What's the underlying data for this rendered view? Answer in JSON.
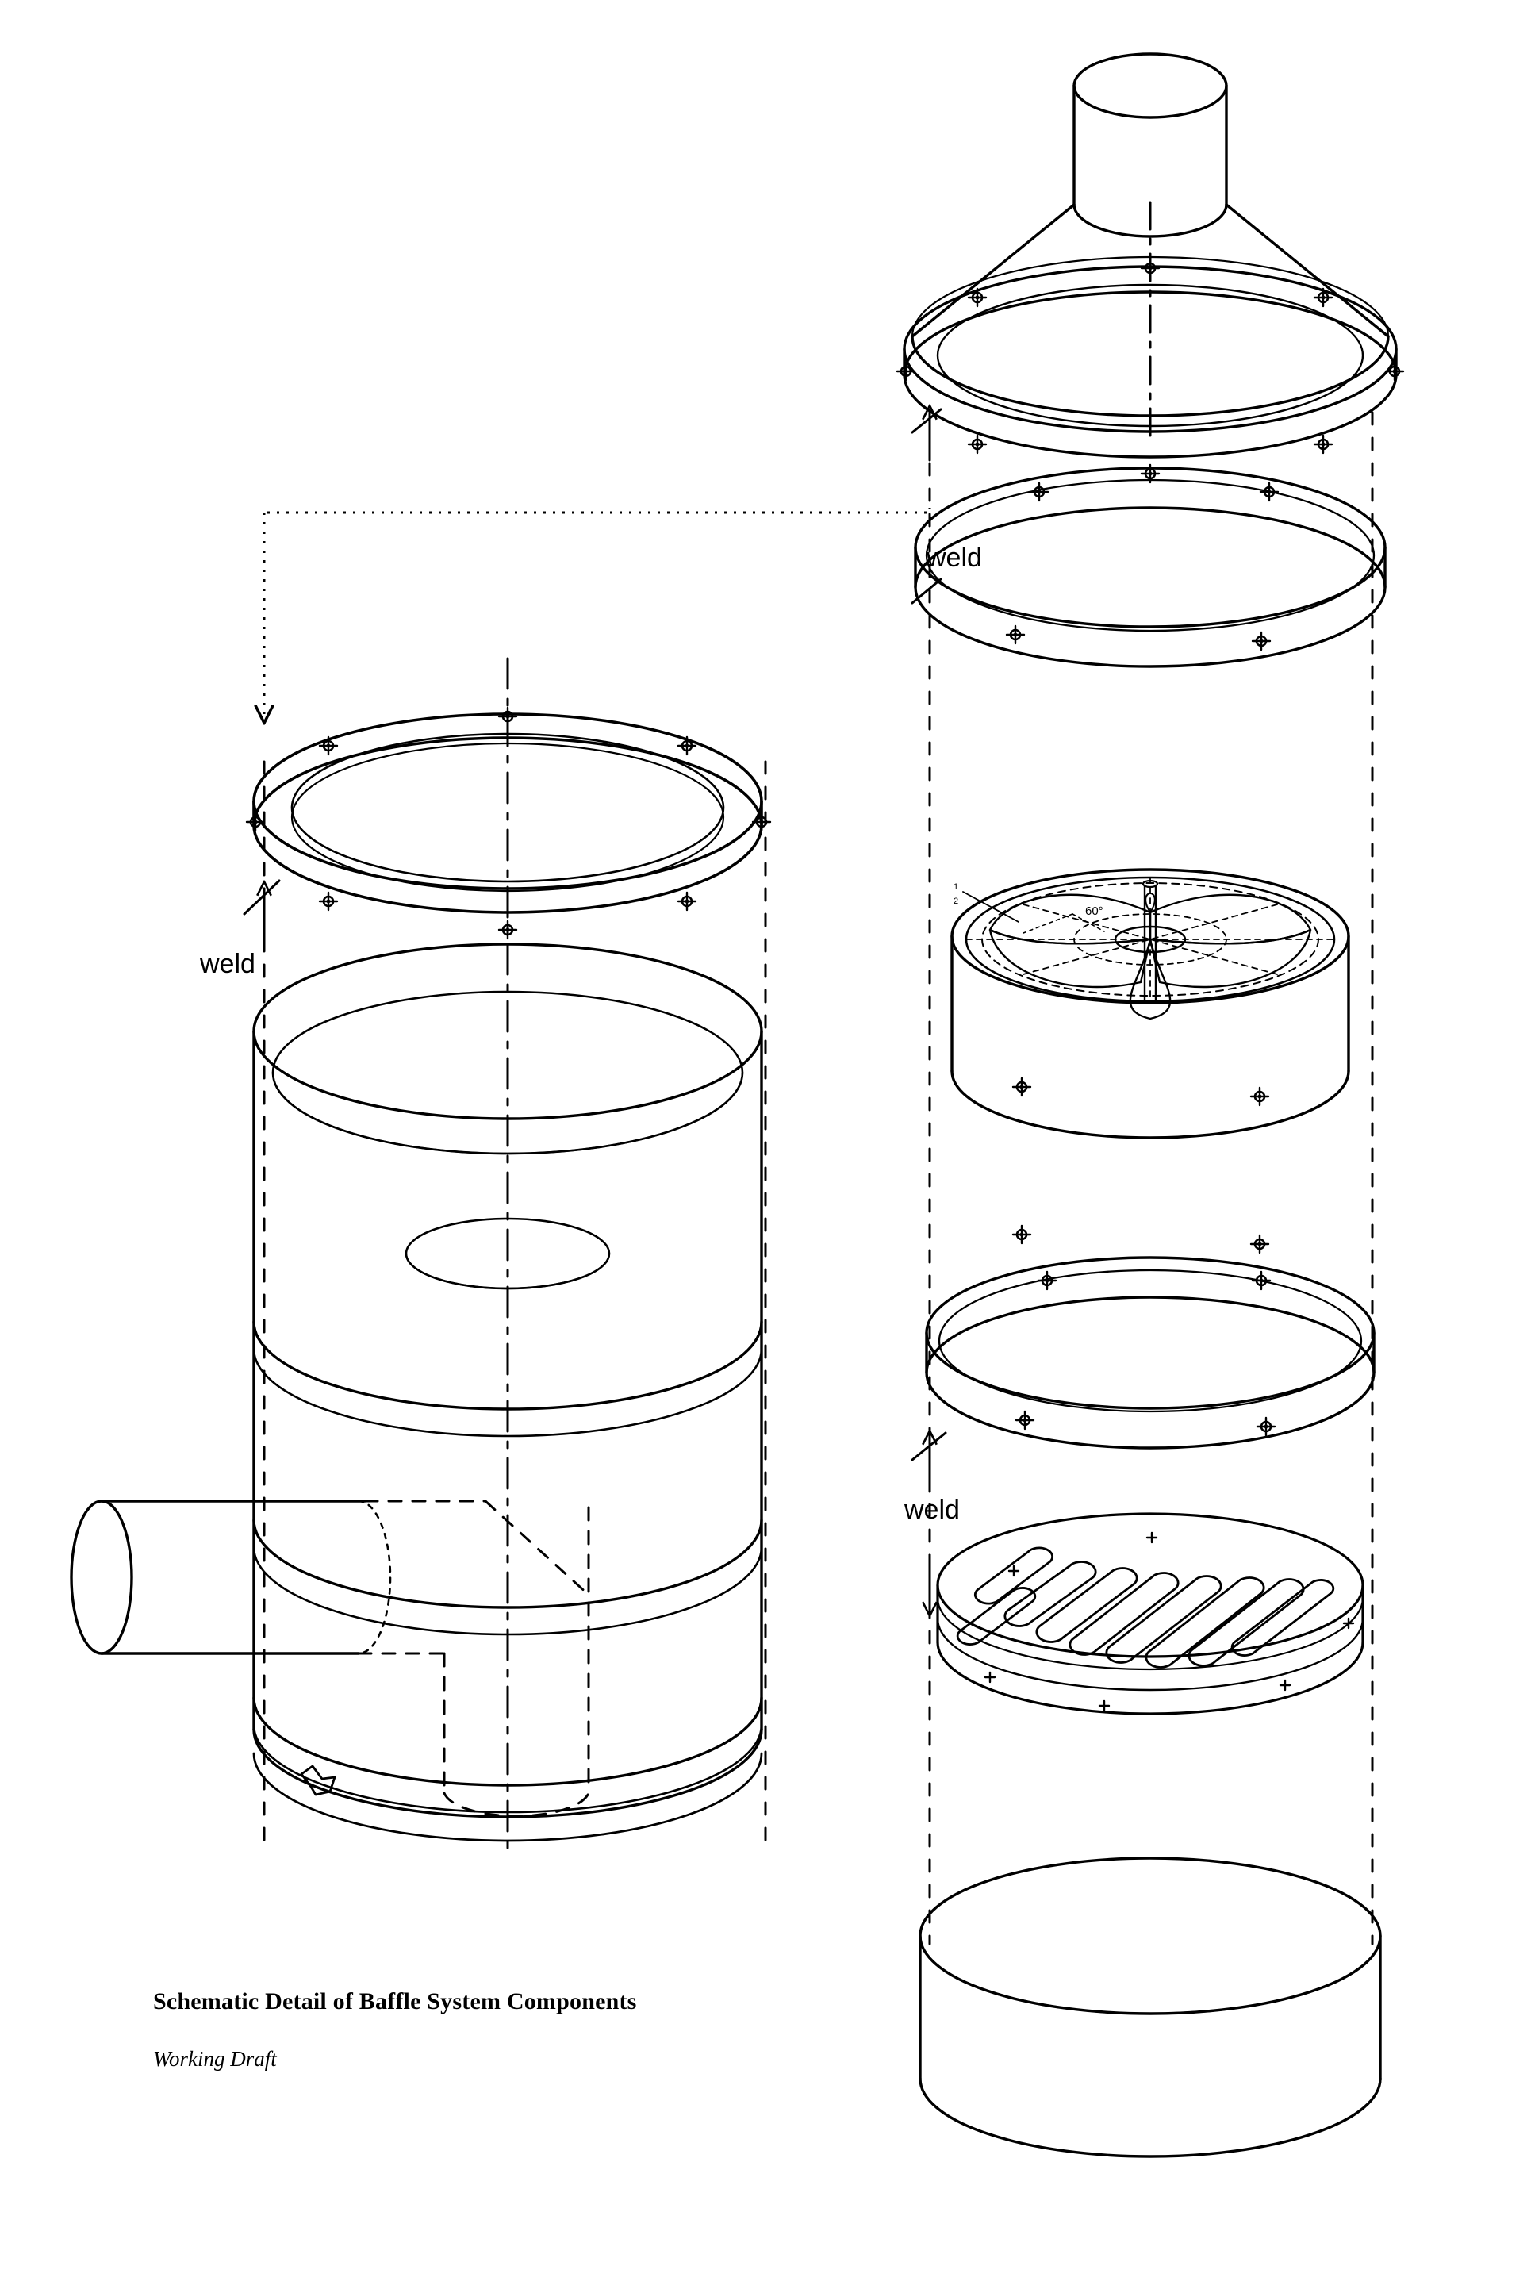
{
  "drawing": {
    "title": "Schematic Detail of Baffle System Components",
    "subtitle": "Working Draft",
    "style": "exploded isometric assembly line drawing, black on white",
    "line_color": "#000000",
    "background_color": "#ffffff"
  },
  "annotations": {
    "weld_left": "weld",
    "weld_upper_right": "weld",
    "weld_lower_right": "weld",
    "blade_angle": "60°",
    "callout_1": "1",
    "callout_2": "2"
  },
  "left_assembly": {
    "name": "main drum vessel",
    "parts": [
      {
        "id": "top-flange-ring",
        "label": "bolted flange ring",
        "bolt_count": 8
      },
      {
        "id": "drum-body",
        "label": "cylindrical drum body",
        "hoop_bands": 3
      },
      {
        "id": "inlet-pipe",
        "label": "side inlet pipe stub",
        "orientation": "horizontal left"
      },
      {
        "id": "internal-standpipe",
        "label": "hidden internal standpipe",
        "linetype": "dashed"
      },
      {
        "id": "drain-fitting",
        "label": "bottom drain fitting"
      }
    ],
    "centerline": "dash-dot vertical"
  },
  "right_assembly": {
    "name": "exploded baffle stack",
    "parts": [
      {
        "id": "stack-cylinder",
        "label": "exhaust stack cylinder",
        "order": 1
      },
      {
        "id": "cone-hood",
        "label": "conical hood / transition cone",
        "order": 2
      },
      {
        "id": "cone-flange",
        "label": "cone mounting flange ring",
        "order": 3,
        "bolt_count": 8
      },
      {
        "id": "spacer-ring",
        "label": "spacer ring",
        "order": 4,
        "bolt_count": 8
      },
      {
        "id": "impeller",
        "label": "six-blade impeller / fan",
        "order": 5,
        "blades": 6,
        "blade_angle": "60°"
      },
      {
        "id": "impeller-housing",
        "label": "impeller housing shell",
        "order": 6,
        "bolt_rows": 2
      },
      {
        "id": "lower-ring",
        "label": "lower spacer ring",
        "order": 7,
        "bolt_count": 8
      },
      {
        "id": "baffle-plate",
        "label": "slotted baffle plate",
        "order": 8,
        "slot_count": 9
      },
      {
        "id": "base-collar",
        "label": "base collar / open ring",
        "order": 9
      }
    ],
    "alignment": "vertical dashed construction lines both sides"
  },
  "leader": {
    "id": "cone-to-flange-leader",
    "style": "dotted with arrowhead",
    "from": "cone-flange",
    "to": "top-flange-ring"
  }
}
